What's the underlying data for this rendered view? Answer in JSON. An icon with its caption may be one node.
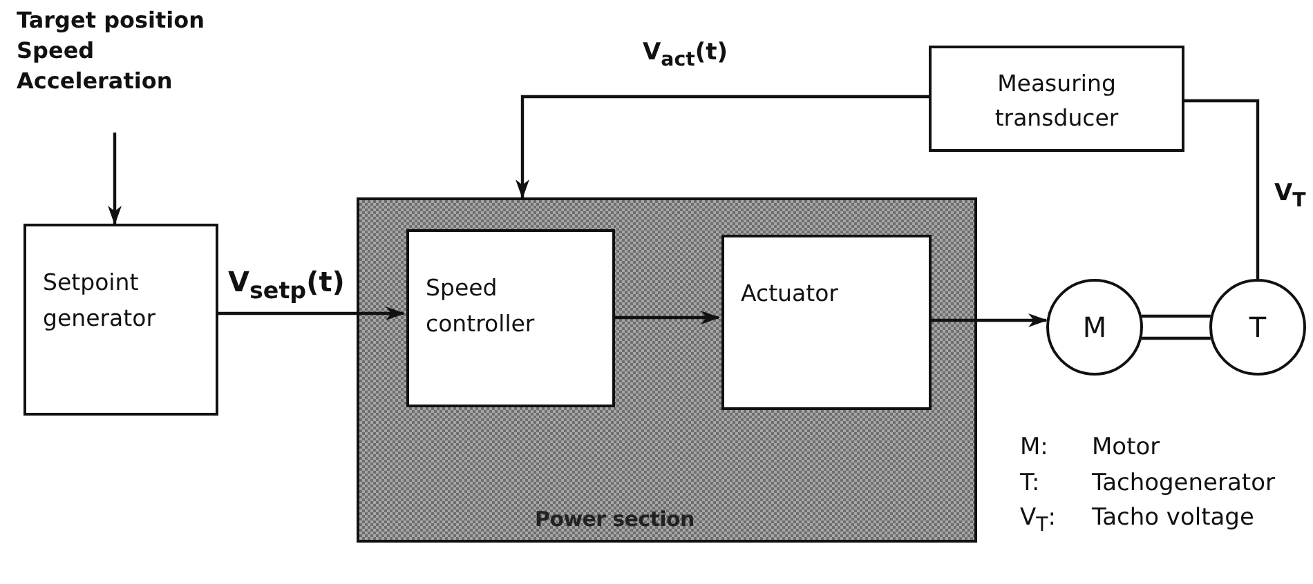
{
  "diagram": {
    "nodes": [
      {
        "text": [
          "Target position",
          "Speed",
          "Acceleration"
        ]
      },
      {
        "text": [
          "Setpoint generator"
        ]
      },
      {
        "text": [
          "Power section"
        ]
      },
      {
        "text": [
          "Speed controller"
        ],
        "in": 2
      },
      {
        "text": [
          "Actuator"
        ],
        "in": 2
      },
      {
        "text": [
          "Measuring transducer"
        ]
      },
      {
        "text": [
          "M"
        ]
      },
      {
        "text": [
          "T"
        ]
      }
    ],
    "edges": [
      {
        "from": 0,
        "to": 1,
        "arrow": "to"
      },
      {
        "from": 1,
        "to": 3,
        "arrow": "to",
        "label": "V$_{setp}$(t)"
      },
      {
        "from": 3,
        "to": 4,
        "arrow": "to"
      },
      {
        "from": 4,
        "to": 6,
        "arrow": "to"
      },
      {
        "from": 6,
        "to": 7,
        "arrow": "none"
      },
      {
        "from": 7,
        "to": 5,
        "arrow": "none",
        "label": "V$_{T}$"
      },
      {
        "from": 5,
        "to": 2,
        "arrow": "to",
        "label": "V$_{act}$(t)"
      }
    ],
    "labels": [
      "M:",
      "Motor",
      "T:",
      "Tachogenerator",
      "V$_{T}$:",
      "Tacho voltage"
    ]
  }
}
